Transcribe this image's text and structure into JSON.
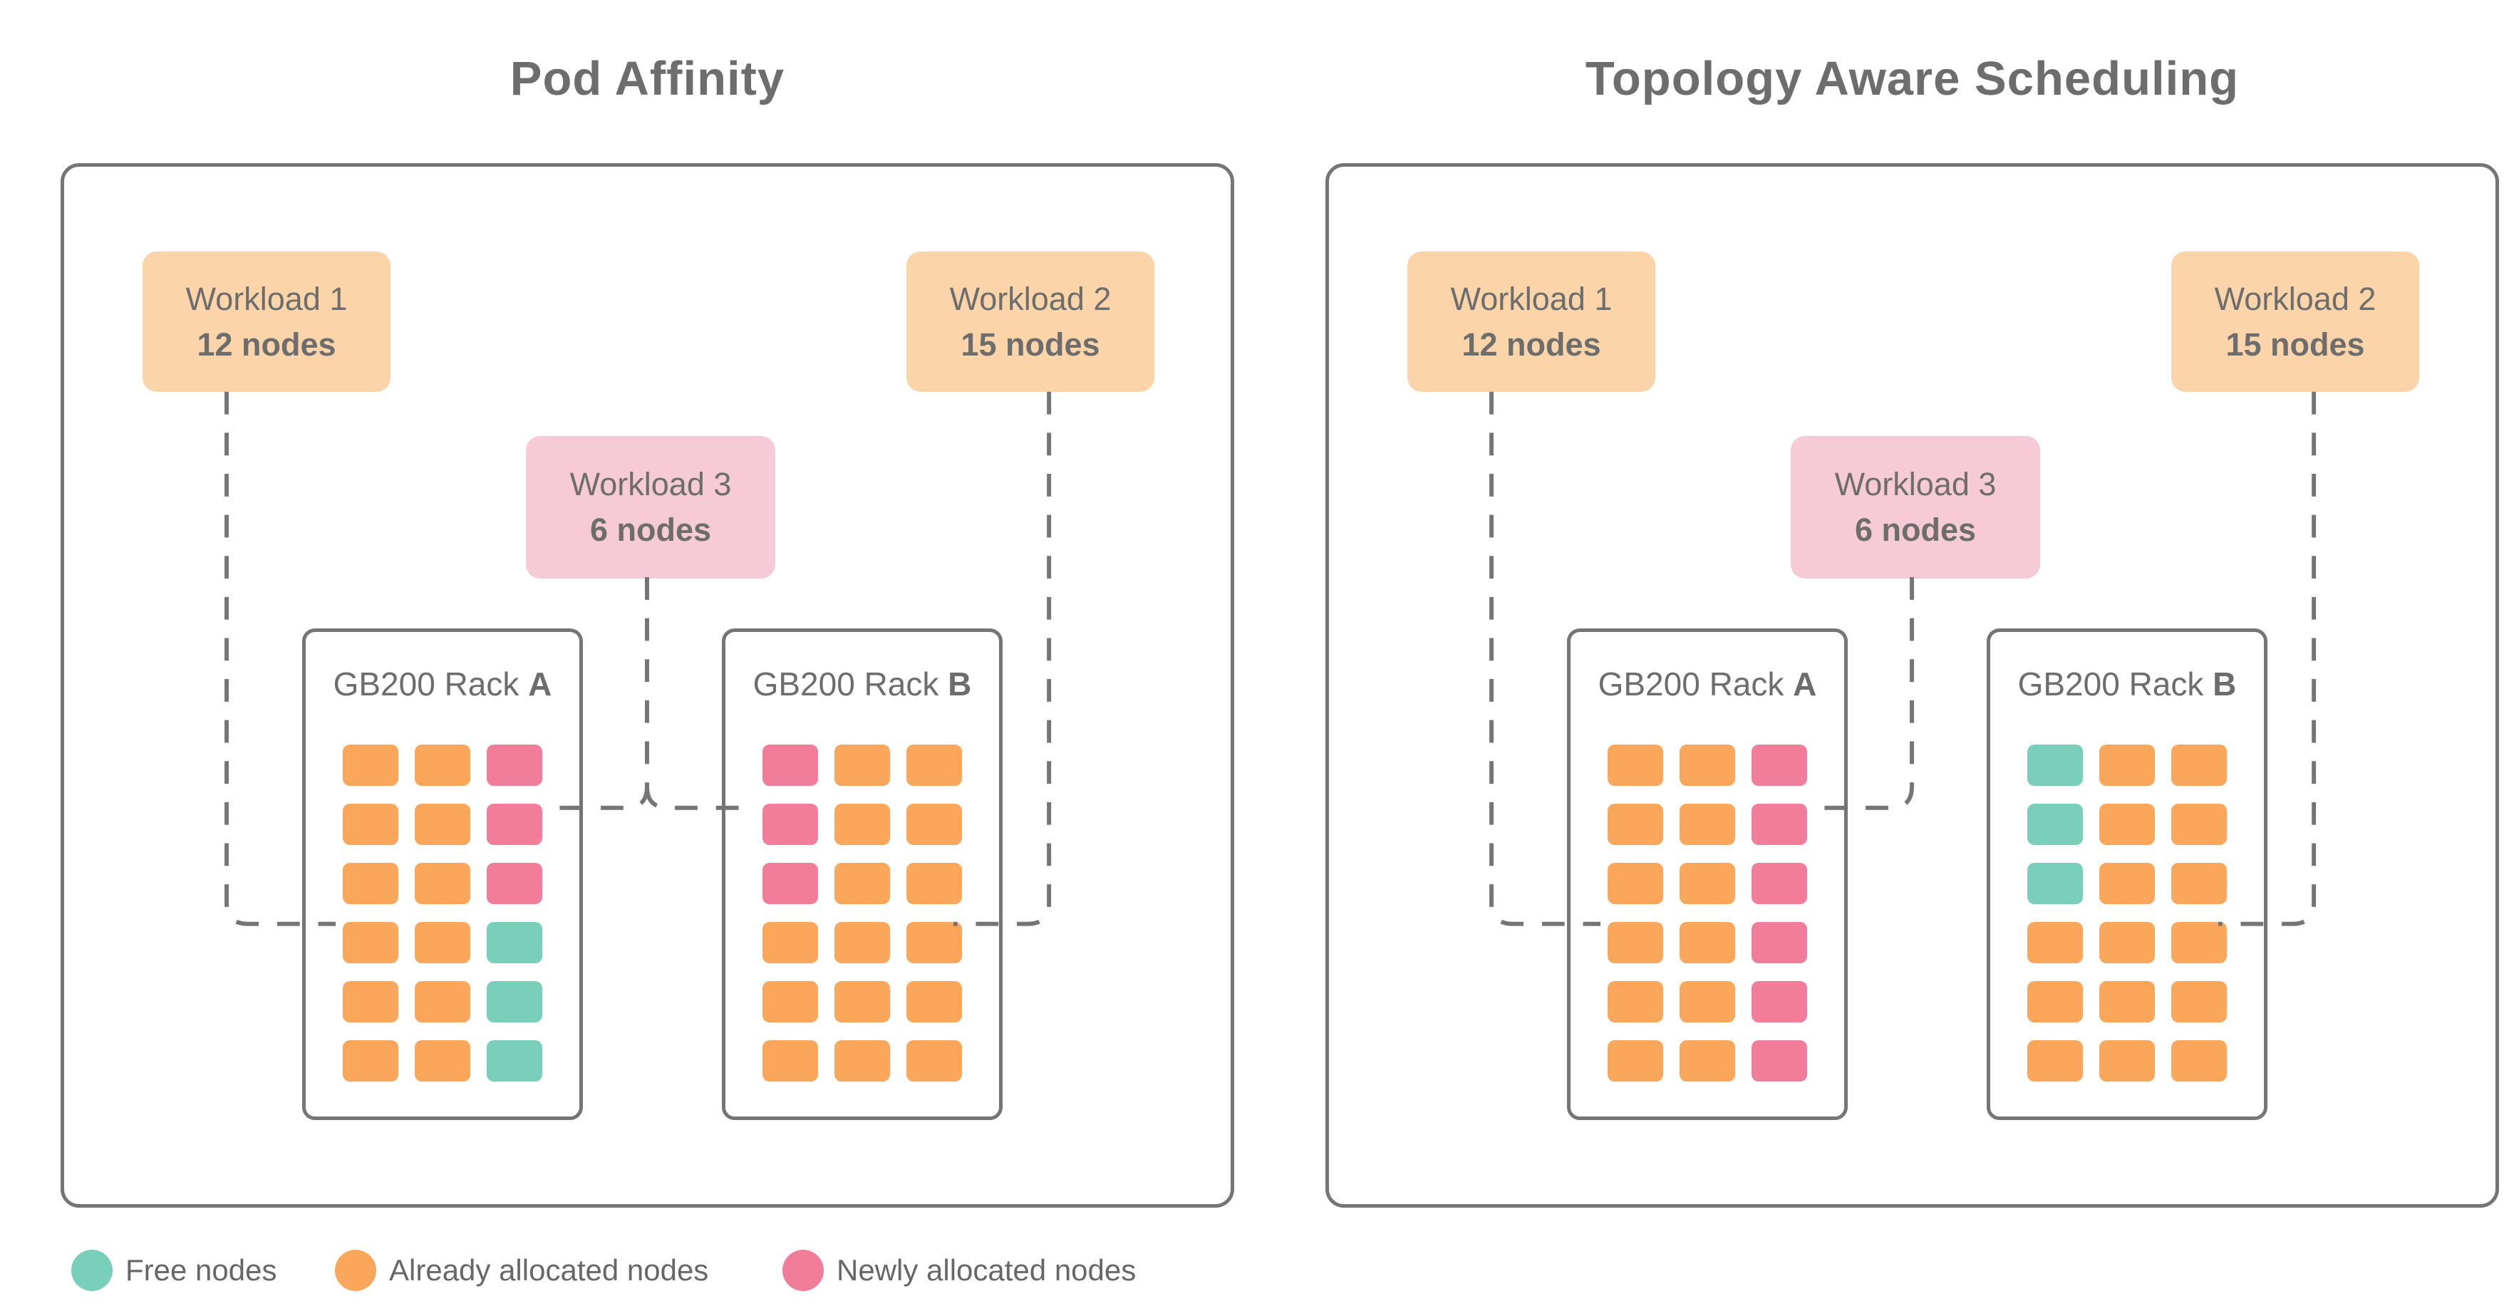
{
  "colors": {
    "free_node": "#7ACFBA",
    "allocated_node": "#FAA65B",
    "new_node": "#F27D9B",
    "workload_orange_bg": "#FBD5A9",
    "workload_pink_bg": "#F6CAD6",
    "outline_gray": "#757575",
    "text_gray": "#6D6D6D"
  },
  "panels": [
    {
      "title": "Pod Affinity",
      "workloads": [
        {
          "name": "Workload 1",
          "nodes": "12 nodes",
          "color": "orange"
        },
        {
          "name": "Workload 2",
          "nodes": "15 nodes",
          "color": "orange"
        },
        {
          "name": "Workload 3",
          "nodes": "6 nodes",
          "color": "pink"
        }
      ],
      "racks": [
        {
          "title_prefix": "GB200 Rack ",
          "letter": "A",
          "cells": [
            "allocated",
            "allocated",
            "new",
            "allocated",
            "allocated",
            "new",
            "allocated",
            "allocated",
            "new",
            "allocated",
            "allocated",
            "free",
            "allocated",
            "allocated",
            "free",
            "allocated",
            "allocated",
            "free"
          ]
        },
        {
          "title_prefix": "GB200 Rack ",
          "letter": "B",
          "cells": [
            "new",
            "allocated",
            "allocated",
            "new",
            "allocated",
            "allocated",
            "new",
            "allocated",
            "allocated",
            "allocated",
            "allocated",
            "allocated",
            "allocated",
            "allocated",
            "allocated",
            "allocated",
            "allocated",
            "allocated"
          ]
        }
      ]
    },
    {
      "title": "Topology Aware Scheduling",
      "workloads": [
        {
          "name": "Workload 1",
          "nodes": "12 nodes",
          "color": "orange"
        },
        {
          "name": "Workload 2",
          "nodes": "15 nodes",
          "color": "orange"
        },
        {
          "name": "Workload 3",
          "nodes": "6 nodes",
          "color": "pink"
        }
      ],
      "racks": [
        {
          "title_prefix": "GB200 Rack ",
          "letter": "A",
          "cells": [
            "allocated",
            "allocated",
            "new",
            "allocated",
            "allocated",
            "new",
            "allocated",
            "allocated",
            "new",
            "allocated",
            "allocated",
            "new",
            "allocated",
            "allocated",
            "new",
            "allocated",
            "allocated",
            "new"
          ]
        },
        {
          "title_prefix": "GB200 Rack ",
          "letter": "B",
          "cells": [
            "free",
            "allocated",
            "allocated",
            "free",
            "allocated",
            "allocated",
            "free",
            "allocated",
            "allocated",
            "allocated",
            "allocated",
            "allocated",
            "allocated",
            "allocated",
            "allocated",
            "allocated",
            "allocated",
            "allocated"
          ]
        }
      ]
    }
  ],
  "legend": [
    {
      "label": "Free nodes",
      "state": "free"
    },
    {
      "label": "Already allocated nodes",
      "state": "allocated"
    },
    {
      "label": "Newly allocated nodes",
      "state": "new"
    }
  ]
}
